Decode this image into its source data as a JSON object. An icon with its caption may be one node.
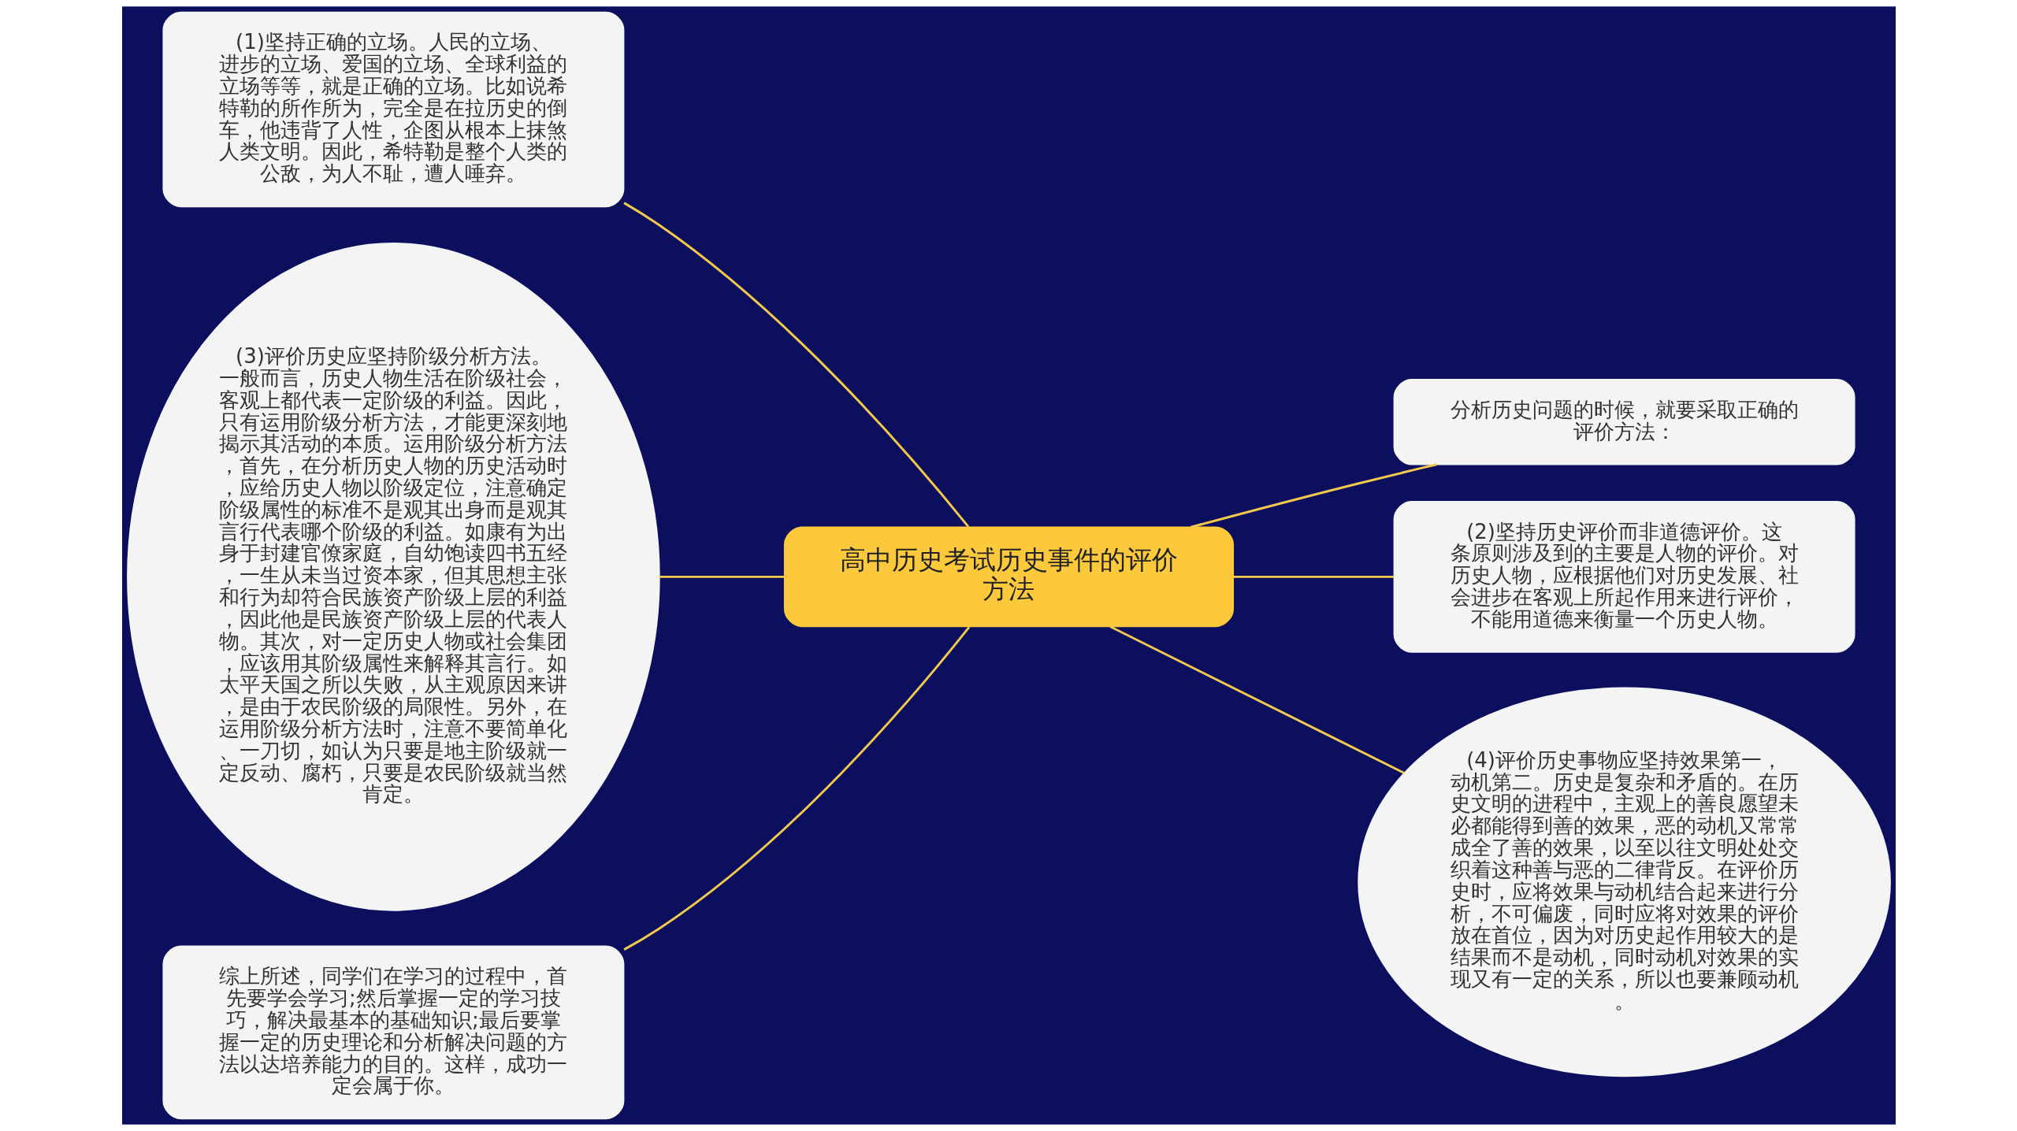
{
  "diagram": {
    "nodes": [
      {
        "text": [
          "高中历史考试历史事件的评价方法"
        ]
      },
      {
        "text": [
          "(1)坚持正确的立场。人民的立场、进步的立场、爱国的立场、全球利益的立场等等，就是正确的立场。比如说希特勒的所作所为，完全是在拉历史的倒车，他违背了人性，企图从根本上抹煞人类文明。因此，希特勒是整个人类的公敌，为人不耻，遭人唾弃。"
        ]
      },
      {
        "text": [
          "分析历史问题的时候，就要采取正确的评价方法："
        ]
      },
      {
        "text": [
          "(2)坚持历史评价而非道德评价。这条原则涉及到的主要是人物的评价。对历史人物，应根据他们对历史发展、社会进步在客观上所起作用来进行评价，不能用道德来衡量一个历史人物。"
        ]
      },
      {
        "text": [
          "(3)评价历史应坚持阶级分析方法。一般而言，历史人物生活在阶级社会，客观上都代表一定阶级的利益。因此，只有运用阶级分析方法，才能更深刻地揭示其活动的本质。运用阶级分析方法，首先，在分析历史人物的历史活动时，应给历史人物以阶级定位，注意确定阶级属性的标准不是观其出身而是观其言行代表哪个阶级的利益。如康有为出身于封建官僚家庭，自幼饱读四书五经，一生从未当过资本家，但其思想主张和行为却符合民族资产阶级上层的利益，因此他是民族资产阶级上层的代表人物。其次，对一定历史人物或社会集团，应该用其阶级属性来解释其言行。如太平天国之所以失败，从主观原因来讲，是由于农民阶级的局限性。另外，在运用阶级分析方法时，注意不要简单化、一刀切，如认为只要是地主阶级就一定反动、腐朽，只要是农民阶级就当然肯定。"
        ]
      },
      {
        "text": [
          "(4)评价历史事物应坚持效果第一，动机第二。历史是复杂和矛盾的。在历史文明的进程中，主观上的善良愿望未必都能得到善的效果，恶的动机又常常成全了善的效果，以至以往文明处处交织着这种善与恶的二律背反。在评价历史时，应将效果与动机结合起来进行分析，不可偏废，同时应将对效果的评价放在首位，因为对历史起作用较大的是结果而不是动机，同时动机对效果的实现又有一定的关系，所以也要兼顾动机。"
        ]
      },
      {
        "text": [
          "综上所述，同学们在学习的过程中，首先要学会学习;然后掌握一定的学习技巧，解决最基本的基础知识;最后要掌握一定的历史理论和分析解决问题的方法以达培养能力的目的。这样，成功一定会属于你。"
        ]
      }
    ],
    "edges": [
      {
        "from": 0,
        "to": 1,
        "arrow": "none"
      },
      {
        "from": 0,
        "to": 2,
        "arrow": "none"
      },
      {
        "from": 0,
        "to": 3,
        "arrow": "none"
      },
      {
        "from": 0,
        "to": 4,
        "arrow": "none"
      },
      {
        "from": 0,
        "to": 5,
        "arrow": "none"
      },
      {
        "from": 0,
        "to": 6,
        "arrow": "none"
      }
    ]
  }
}
